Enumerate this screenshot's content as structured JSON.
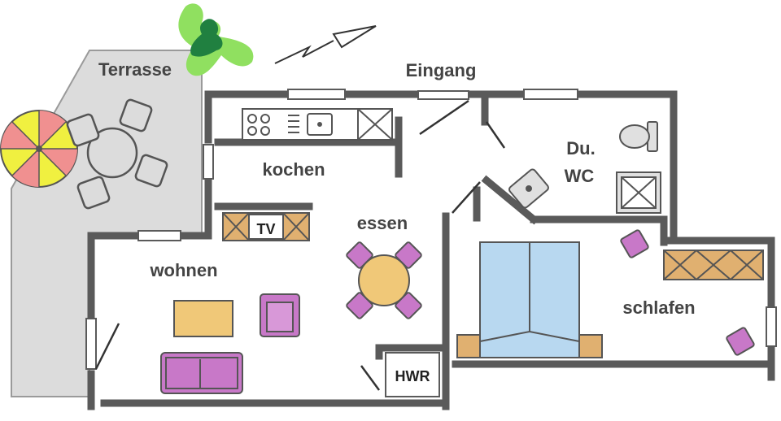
{
  "rooms": {
    "terrace": "Terrasse",
    "entrance": "Eingang",
    "kitchen": "kochen",
    "dining": "essen",
    "shower_wc_line1": "Du.",
    "shower_wc_line2": "WC",
    "living": "wohnen",
    "tv": "TV",
    "bedroom": "schlafen",
    "utility": "HWR"
  },
  "colors": {
    "wall": "#5a5a5a",
    "terrace_floor": "#dcdcdc",
    "cabinet": "#e0b070",
    "table": "#f0c878",
    "furniture_purple": "#c878c8",
    "bed": "#b8d8f0",
    "plant": "#90e060",
    "plant_dark": "#208040",
    "umbrella_yellow": "#f0f040",
    "umbrella_pink": "#f09090"
  },
  "icons": {
    "north_arrow": "north-arrow-icon",
    "plant": "plant-icon",
    "umbrella": "parasol-icon"
  }
}
